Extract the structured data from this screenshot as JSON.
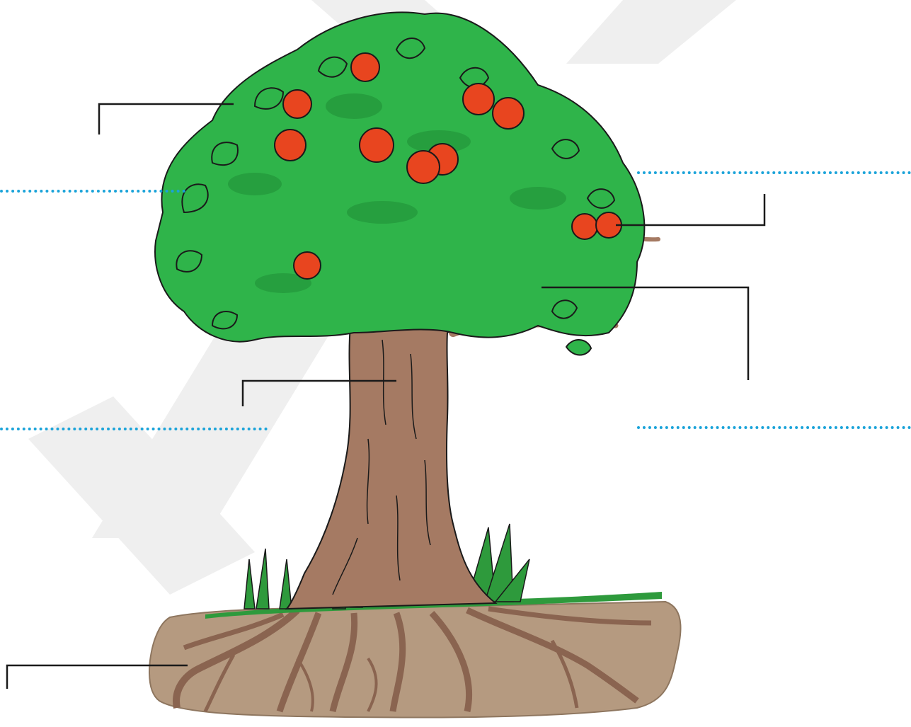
{
  "diagram": {
    "type": "labelling-worksheet",
    "subject": "parts-of-a-tree",
    "colors": {
      "leaf": "#2fb44a",
      "leaf_dark": "#1e8a34",
      "fruit": "#e8451f",
      "trunk": "#a57a63",
      "trunk_dark": "#7e5a47",
      "soil": "#b59a80",
      "grass": "#2e9a3c",
      "outline": "#1a1a1a",
      "answer_line": "#1aa3d9",
      "pointer_line": "#1a1a1a",
      "watermark": "#e9e9e9"
    },
    "answers": [
      {
        "part": "leaves",
        "text": ""
      },
      {
        "part": "fruit",
        "text": ""
      },
      {
        "part": "trunk",
        "text": ""
      },
      {
        "part": "branch",
        "text": ""
      },
      {
        "part": "roots",
        "text": ""
      }
    ]
  }
}
